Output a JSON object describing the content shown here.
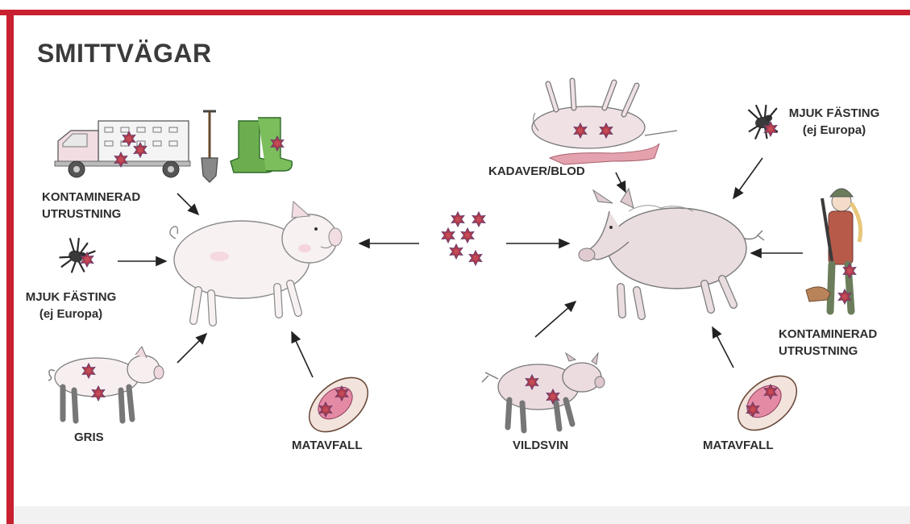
{
  "title": "SMITTVÄGAR",
  "labels": {
    "equipment_left_1": "KONTAMINERAD",
    "equipment_left_2": "UTRUSTNING",
    "tick_left_1": "MJUK FÄSTING",
    "tick_left_2": "(ej Europa)",
    "pig_source": "GRIS",
    "food_waste_left": "MATAVFALL",
    "carcass": "KADAVER/BLOD",
    "tick_right_1": "MJUK FÄSTING",
    "tick_right_2": "(ej Europa)",
    "equipment_right_1": "KONTAMINERAD",
    "equipment_right_2": "UTRUSTNING",
    "wild_boar_source": "VILDSVIN",
    "food_waste_right": "MATAVFALL"
  },
  "colors": {
    "frame": "#c8202f",
    "virus": "#b03a48",
    "arrow": "#222222",
    "pig": "#f6eef0",
    "boar": "#ead9dd"
  }
}
